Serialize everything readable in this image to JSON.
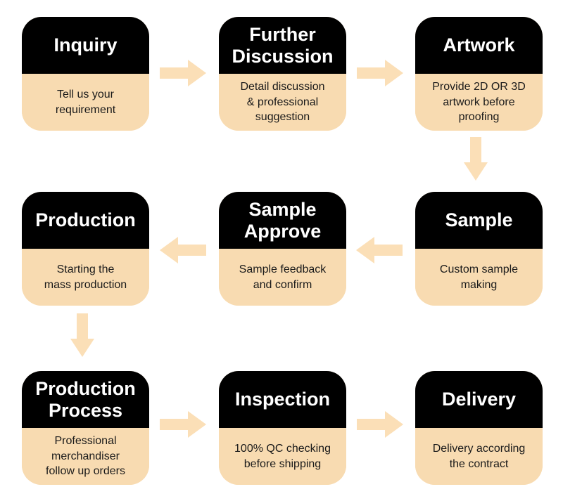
{
  "diagram": {
    "type": "process-flowchart",
    "background": "#ffffff"
  },
  "colors": {
    "card_header": "#000000",
    "card_body": "#f8dbb1",
    "arrow": "#fbdfb7",
    "title_text": "#ffffff",
    "body_text": "#1a1a1a"
  },
  "cards": [
    {
      "id": "inquiry",
      "title": "Inquiry",
      "description": "Tell us your\nrequirement"
    },
    {
      "id": "further-discussion",
      "title": "Further\nDiscussion",
      "description": "Detail discussion\n& professional\nsuggestion"
    },
    {
      "id": "artwork",
      "title": "Artwork",
      "description": "Provide 2D OR 3D\nartwork before\nproofing"
    },
    {
      "id": "sample",
      "title": "Sample",
      "description": "Custom sample\nmaking"
    },
    {
      "id": "sample-approve",
      "title": "Sample\nApprove",
      "description": "Sample feedback\nand confirm"
    },
    {
      "id": "production",
      "title": "Production",
      "description": "Starting the\nmass production"
    },
    {
      "id": "production-process",
      "title": "Production\nProcess",
      "description": "Professional\nmerchandiser\nfollow up orders"
    },
    {
      "id": "inspection",
      "title": "Inspection",
      "description": "100% QC checking\nbefore shipping"
    },
    {
      "id": "delivery",
      "title": "Delivery",
      "description": "Delivery according\nthe contract"
    }
  ],
  "flow_arrows": [
    {
      "from": "inquiry",
      "to": "further-discussion",
      "direction": "right"
    },
    {
      "from": "further-discussion",
      "to": "artwork",
      "direction": "right"
    },
    {
      "from": "artwork",
      "to": "sample",
      "direction": "down"
    },
    {
      "from": "sample",
      "to": "sample-approve",
      "direction": "left"
    },
    {
      "from": "sample-approve",
      "to": "production",
      "direction": "left"
    },
    {
      "from": "production",
      "to": "production-process",
      "direction": "down"
    },
    {
      "from": "production-process",
      "to": "inspection",
      "direction": "right"
    },
    {
      "from": "inspection",
      "to": "delivery",
      "direction": "right"
    }
  ]
}
